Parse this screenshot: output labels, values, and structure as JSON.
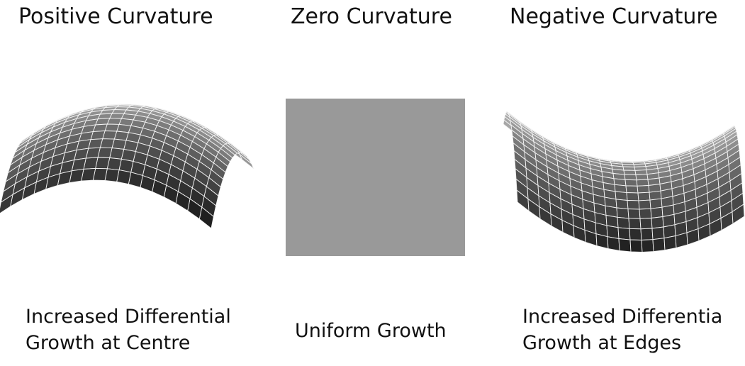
{
  "panels": [
    {
      "title": "Positive Curvature",
      "caption_line1": "Increased Differential",
      "caption_line2": "Growth at Centre"
    },
    {
      "title": "Zero Curvature",
      "caption_line1": "Uniform Growth"
    },
    {
      "title": "Negative Curvature",
      "caption_line1": "Increased Differentia",
      "caption_line2": "Growth at Edges"
    }
  ],
  "colors": {
    "surface_light": "#b8b8b8",
    "surface_dark": "#1e1e1e",
    "grid_line": "#f4f4f4",
    "flat_square": "#999999"
  }
}
